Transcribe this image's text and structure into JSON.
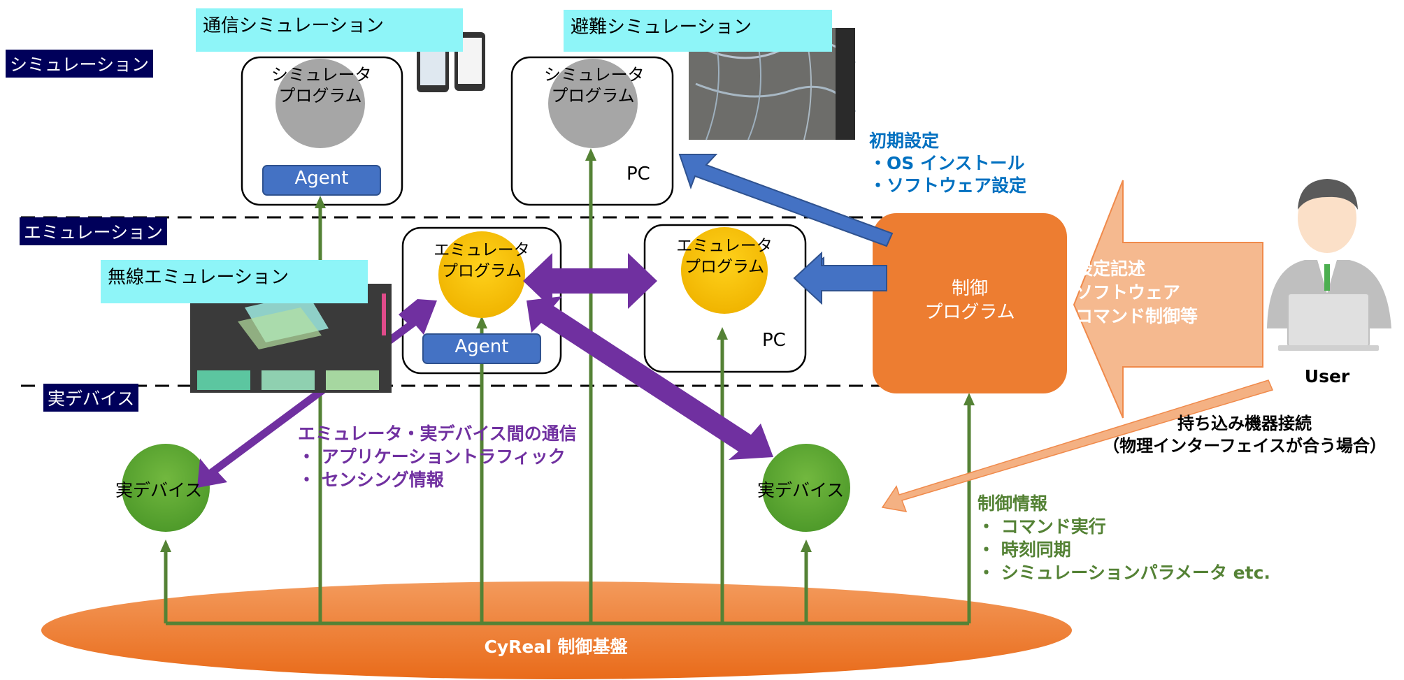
{
  "layers": {
    "simulation": "シミュレーション",
    "emulation": "エミュレーション",
    "real_device": "実デバイス"
  },
  "banners": {
    "comm_sim": "通信シミュレーション",
    "evac_sim": "避難シミュレーション",
    "wireless_emu": "無線エミュレーション"
  },
  "nodes": {
    "simulator_line1": "シミュレータ",
    "simulator_line2": "プログラム",
    "emulator_line1": "エミュレータ",
    "emulator_line2": "プログラム",
    "agent": "Agent",
    "pc": "PC",
    "real_device": "実デバイス",
    "control_line1": "制御",
    "control_line2": "プログラム",
    "base": "CyReal 制御基盤",
    "user": "User"
  },
  "annotations": {
    "init_title": "初期設定",
    "init_item1": "・OS インストール",
    "init_item2": "・ソフトウェア設定",
    "config_line1": "設定記述",
    "config_line2": "ソフトウェア",
    "config_line3": "コマンド制御等",
    "bring_line1": "持ち込み機器接続",
    "bring_line2": "（物理インターフェイスが合う場合）",
    "comm_title": "エミュレータ・実デバイス間の通信",
    "comm_item1": "・  アプリケーショントラフィック",
    "comm_item2": "・  センシング情報",
    "ctrl_title": "制御情報",
    "ctrl_item1": "・  コマンド実行",
    "ctrl_item2": "・  時刻同期",
    "ctrl_item3": "・  シミュレーションパラメータ etc."
  },
  "colors": {
    "navy": "#00005a",
    "cyan": "#8ef5f8",
    "orange": "#ed7d31",
    "yellow": "#fbc200",
    "gray_node": "#a6a6a6",
    "green_node": "#5fa532",
    "green_line": "#548235",
    "purple": "#7030a0",
    "blue": "#4472c4",
    "salmon": "#f4b183",
    "blue_text": "#0070c0"
  }
}
